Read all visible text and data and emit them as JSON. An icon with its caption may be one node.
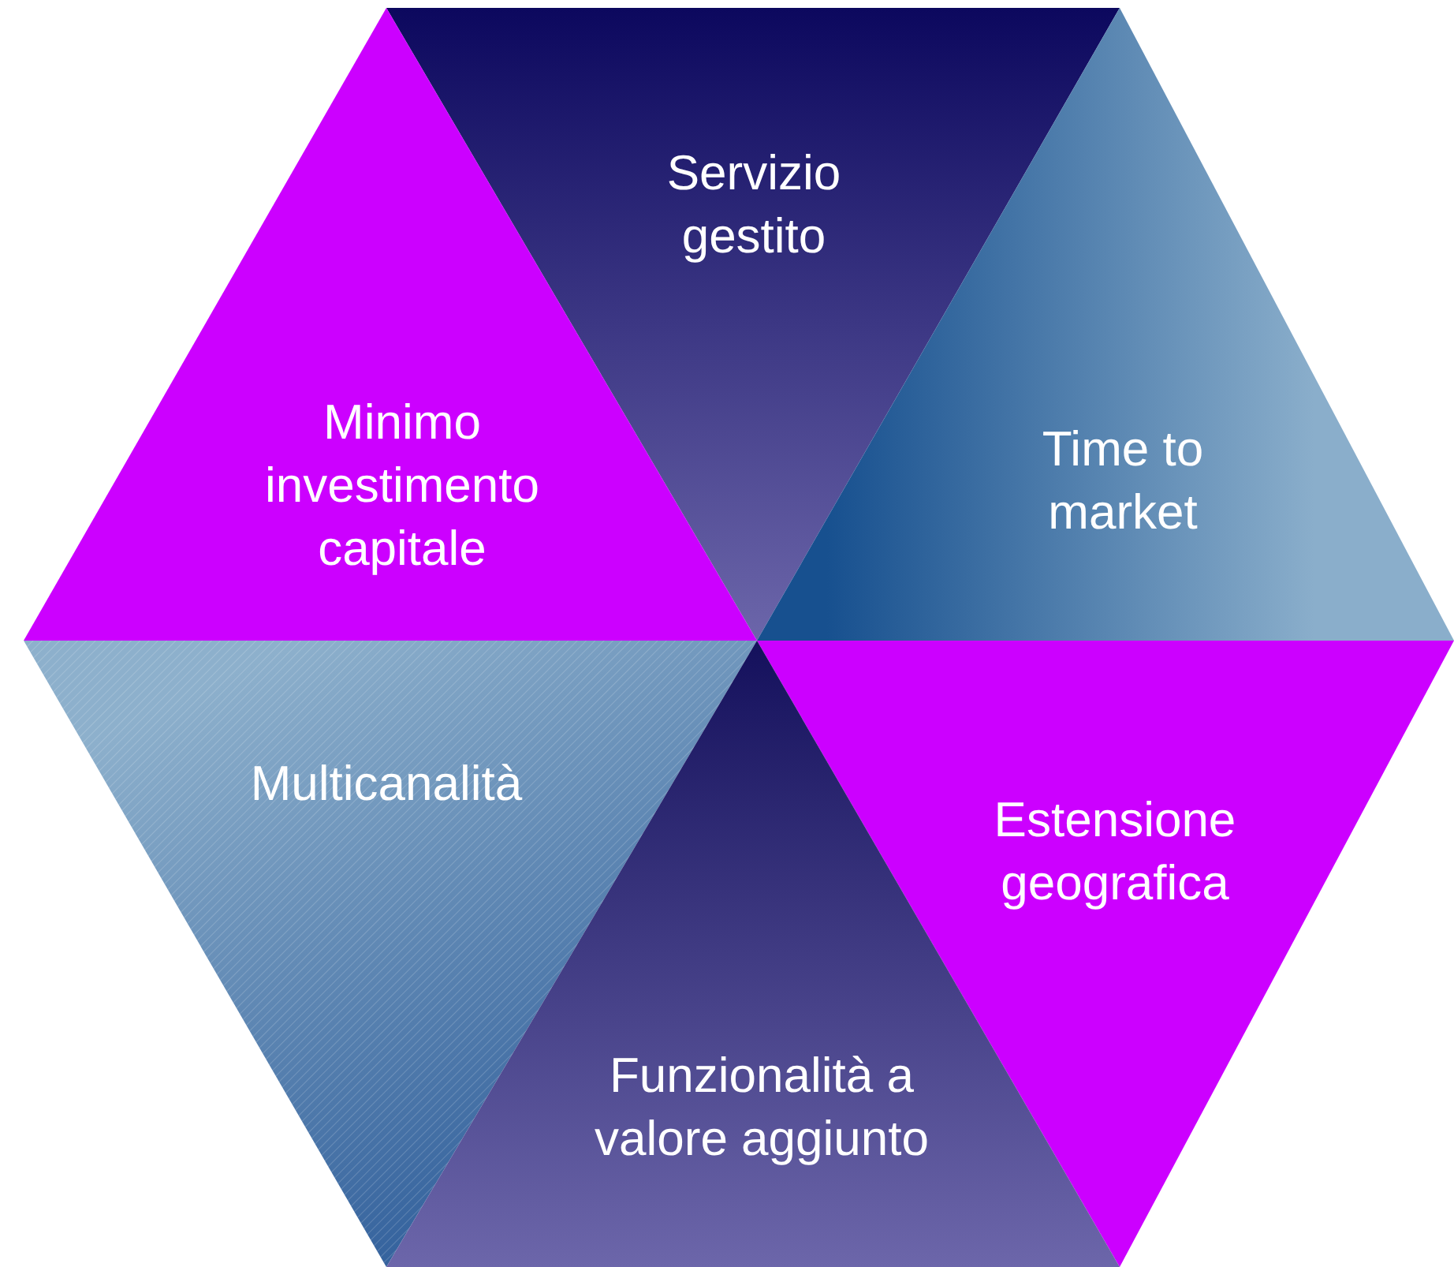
{
  "diagram": {
    "nodes": [
      {
        "text": [
          "Servizio gestito"
        ]
      },
      {
        "text": [
          "Minimo investimento capitale"
        ]
      },
      {
        "text": [
          "Time to market"
        ]
      },
      {
        "text": [
          "Multicanalità"
        ]
      },
      {
        "text": [
          "Estensione geografica"
        ]
      },
      {
        "text": [
          "Funzionalità a valore aggiunto"
        ]
      }
    ]
  }
}
